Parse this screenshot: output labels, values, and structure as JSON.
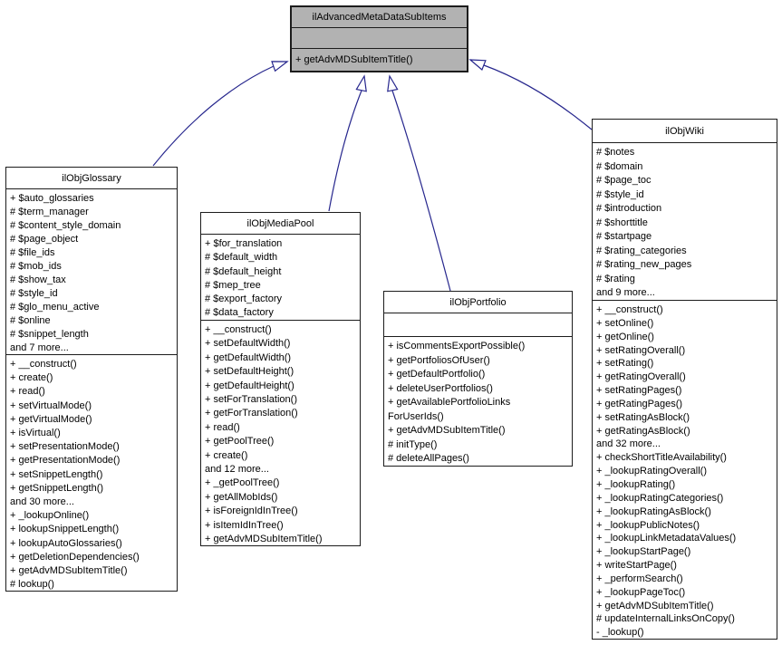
{
  "colors": {
    "edge-color": "#26268D",
    "selected-fill": "#B2B2B2",
    "node-fill": "#FFFFFF",
    "border-color": "#1C1C1C",
    "bg-color": "#FFFFFF"
  },
  "base_class": {
    "title": "ilAdvancedMetaDataSubItems",
    "attributes": [],
    "methods": [
      "+ getAdvMDSubItemTitle()"
    ]
  },
  "subclasses": [
    {
      "title": "ilObjGlossary",
      "attributes": [
        "+ $auto_glossaries",
        "# $term_manager",
        "# $content_style_domain",
        "# $page_object",
        "# $file_ids",
        "# $mob_ids",
        "# $show_tax",
        "# $style_id",
        "# $glo_menu_active",
        "# $online",
        "# $snippet_length",
        "and 7 more..."
      ],
      "methods": [
        "+ __construct()",
        "+ create()",
        "+ read()",
        "+ setVirtualMode()",
        "+ getVirtualMode()",
        "+ isVirtual()",
        "+ setPresentationMode()",
        "+ getPresentationMode()",
        "+ setSnippetLength()",
        "+ getSnippetLength()",
        "and 30 more...",
        "+ _lookupOnline()",
        "+ lookupSnippetLength()",
        "+ lookupAutoGlossaries()",
        "+ getDeletionDependencies()",
        "+ getAdvMDSubItemTitle()",
        "# lookup()"
      ]
    },
    {
      "title": "ilObjMediaPool",
      "attributes": [
        "+ $for_translation",
        "# $default_width",
        "# $default_height",
        "# $mep_tree",
        "# $export_factory",
        "# $data_factory"
      ],
      "methods": [
        "+ __construct()",
        "+ setDefaultWidth()",
        "+ getDefaultWidth()",
        "+ setDefaultHeight()",
        "+ getDefaultHeight()",
        "+ setForTranslation()",
        "+ getForTranslation()",
        "+ read()",
        "+ getPoolTree()",
        "+ create()",
        "and 12 more...",
        "+ _getPoolTree()",
        "+ getAllMobIds()",
        "+ isForeignIdInTree()",
        "+ isItemIdInTree()",
        "+ getAdvMDSubItemTitle()"
      ]
    },
    {
      "title": "ilObjPortfolio",
      "attributes": [],
      "methods": [
        "+ isCommentsExportPossible()",
        "+ getPortfoliosOfUser()",
        "+ getDefaultPortfolio()",
        "+ deleteUserPortfolios()",
        "+ getAvailablePortfolioLinks",
        "ForUserIds()",
        "+ getAdvMDSubItemTitle()",
        "# initType()",
        "# deleteAllPages()"
      ]
    },
    {
      "title": "ilObjWiki",
      "attributes": [
        "# $notes",
        "# $domain",
        "# $page_toc",
        "# $style_id",
        "# $introduction",
        "# $shorttitle",
        "# $startpage",
        "# $rating_categories",
        "# $rating_new_pages",
        "# $rating",
        "and 9 more..."
      ],
      "methods": [
        "+ __construct()",
        "+ setOnline()",
        "+ getOnline()",
        "+ setRatingOverall()",
        "+ setRating()",
        "+ getRatingOverall()",
        "+ setRatingPages()",
        "+ getRatingPages()",
        "+ setRatingAsBlock()",
        "+ getRatingAsBlock()",
        "and 32 more...",
        "+ checkShortTitleAvailability()",
        "+ _lookupRatingOverall()",
        "+ _lookupRating()",
        "+ _lookupRatingCategories()",
        "+ _lookupRatingAsBlock()",
        "+ _lookupPublicNotes()",
        "+ _lookupLinkMetadataValues()",
        "+ _lookupStartPage()",
        "+ writeStartPage()",
        "+ _performSearch()",
        "+ _lookupPageToc()",
        "+ getAdvMDSubItemTitle()",
        "# updateInternalLinksOnCopy()",
        "- _lookup()"
      ]
    }
  ]
}
